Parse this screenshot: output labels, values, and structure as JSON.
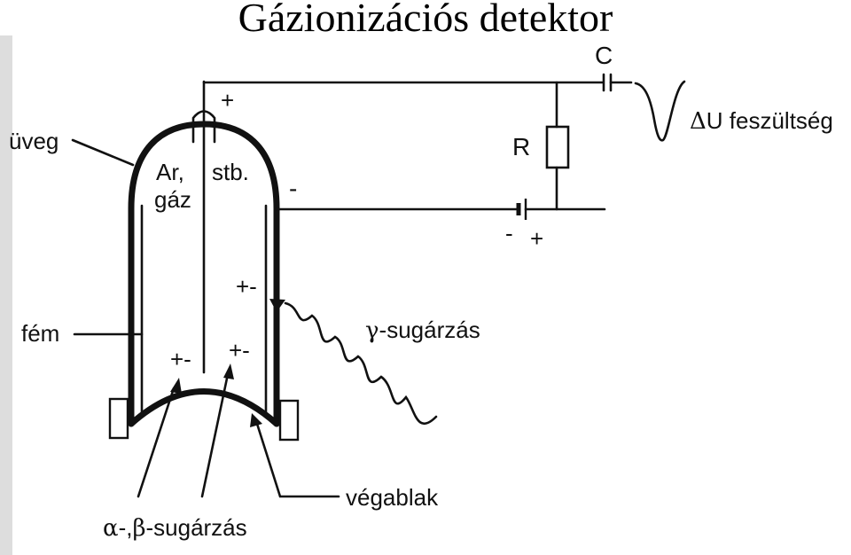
{
  "title": "Gázionizációs detektor",
  "labels": {
    "glass": "üveg",
    "gas_line1": "Ar,",
    "gas_line2": "gáz",
    "etc": "stb.",
    "metal": "fém",
    "capacitor": "C",
    "resistor": "R",
    "voltage_delta": "Δ",
    "voltage": "U feszültség",
    "gamma_symbol": "γ",
    "gamma": "-sugárzás",
    "window": "végablak",
    "alpha_symbol": "α",
    "alpha_sep": "-,",
    "beta_symbol": "β",
    "alphabeta": "-sugárzás",
    "plus_top": "+",
    "minus_cathode": "-",
    "battery_minus": "-",
    "battery_plus": "+",
    "ion_pair_1": "+-",
    "ion_pair_2": "+-",
    "ion_pair_3": "+-"
  }
}
